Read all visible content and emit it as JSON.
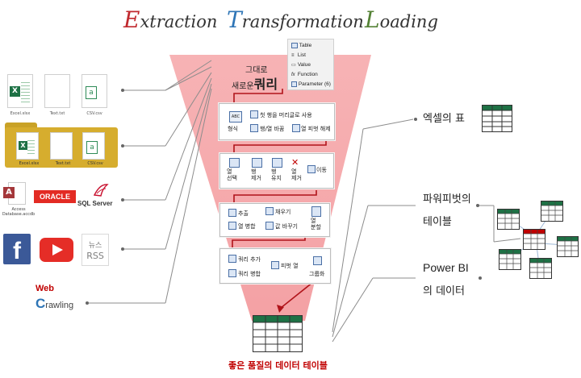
{
  "title": {
    "extraction": {
      "cap": "E",
      "rest": "xtraction",
      "color": "#c0282d"
    },
    "transformation": {
      "cap": "T",
      "rest": "ransformation",
      "color": "#2e75b6"
    },
    "loading": {
      "cap": "L",
      "rest": "oading",
      "color": "#548235"
    }
  },
  "sources": {
    "files": [
      {
        "icon": "excel-file-icon",
        "label": "Excel.xlsx"
      },
      {
        "icon": "text-file-icon",
        "label": "Text.txt"
      },
      {
        "icon": "csv-file-icon",
        "label": "CSV.csv"
      }
    ],
    "folder_files": [
      {
        "icon": "excel-file-icon",
        "label": "Excel.xlsx"
      },
      {
        "icon": "text-file-icon",
        "label": "Text.txt"
      },
      {
        "icon": "csv-file-icon",
        "label": "CSV.csv"
      }
    ],
    "databases": {
      "access": "Access\nDatabase.accdb",
      "oracle": "ORACLE",
      "sql_server": "SQL Server"
    },
    "web_services": {
      "news": "뉴스",
      "rss": "RSS"
    },
    "web_crawling": {
      "web": "Web",
      "crawling": "Crawling"
    }
  },
  "query": {
    "raw_label": "그대로",
    "new_query_prefix": "새로운",
    "new_query_big": "쿼리",
    "param_list": [
      "Table",
      "List",
      "Value",
      "Function",
      "Parameter (6)"
    ]
  },
  "steps": {
    "step1": {
      "format": "형식",
      "promote": "첫 행을 머리글로 사용",
      "transpose": "행/열 바꿈",
      "unpivot": "열 피벗 해제"
    },
    "step2": {
      "select_cols": "열\n선택",
      "remove_rows": "행\n제거",
      "keep_rows": "행\n유지",
      "remove_cols": "열\n제거",
      "move": "이동"
    },
    "step3": {
      "extract": "추출",
      "fill": "채우기",
      "merge_cols": "열 병합",
      "replace": "값 바꾸기",
      "split_col": "열\n분할"
    },
    "step4": {
      "append": "쿼리 추가",
      "merge": "쿼리 병합",
      "pivot": "피벗 열",
      "group": "그룹화"
    }
  },
  "result": {
    "label": "좋은 품질의 데이터 테이블",
    "color": "#c00000"
  },
  "outputs": {
    "excel_table": "엑셀의 표",
    "pivot_table_line1": "파워피벗의",
    "pivot_table_line2": "테이블",
    "powerbi_line1": "Power BI",
    "powerbi_line2": "의 데이터"
  }
}
